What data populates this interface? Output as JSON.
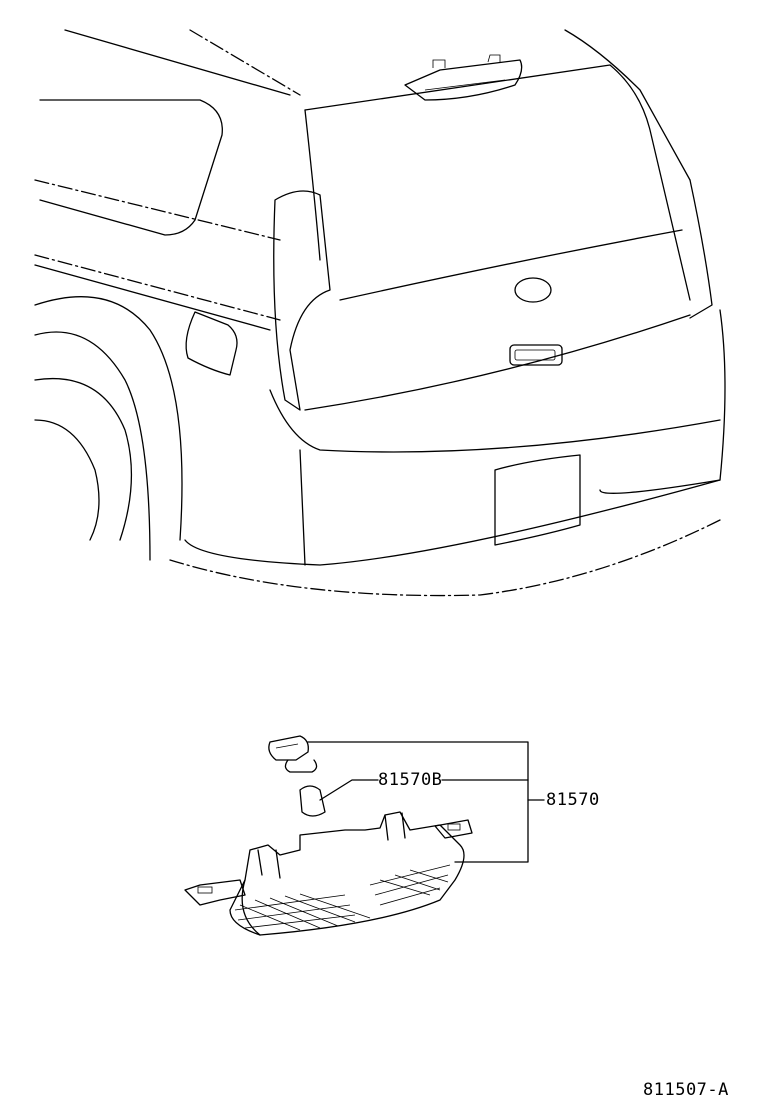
{
  "callouts": {
    "bulb": "81570B",
    "lamp_assembly": "81570"
  },
  "figure_code": "811507-A"
}
